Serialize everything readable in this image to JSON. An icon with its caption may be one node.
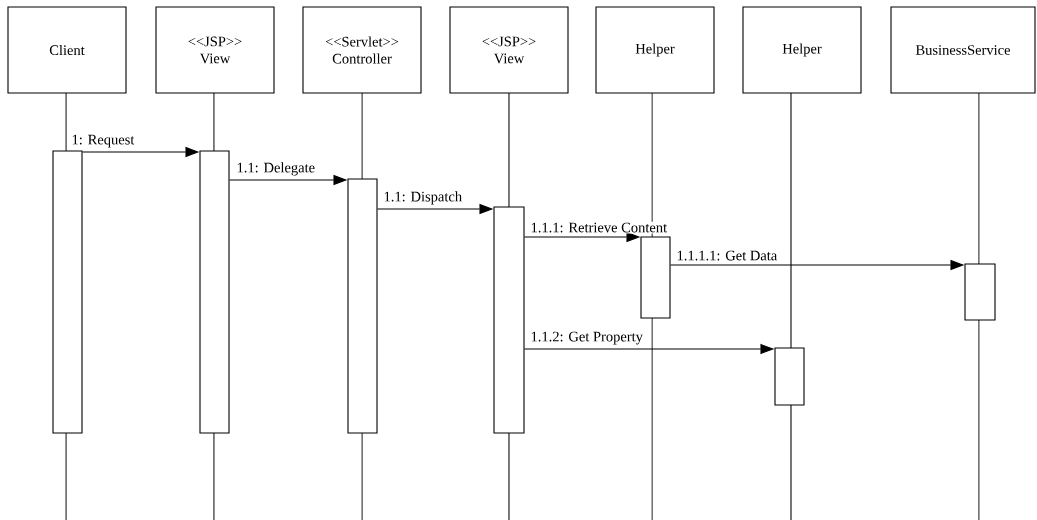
{
  "diagram": {
    "nodes": [
      {
        "text": [
          "Client"
        ]
      },
      {
        "text": [
          "<<JSP>> View"
        ]
      },
      {
        "text": [
          "<<Servlet>> Controller"
        ]
      },
      {
        "text": [
          "<<JSP>> View"
        ]
      },
      {
        "text": [
          "Helper"
        ]
      },
      {
        "text": [
          "Helper"
        ]
      },
      {
        "text": [
          "BusinessService"
        ]
      },
      {
        "text": [],
        "shape": "bar"
      },
      {
        "text": [],
        "shape": "bar"
      },
      {
        "text": [],
        "shape": "bar"
      },
      {
        "text": [],
        "shape": "bar"
      },
      {
        "text": [],
        "shape": "bar"
      },
      {
        "text": [],
        "shape": "bar"
      },
      {
        "text": [],
        "shape": "bar"
      }
    ],
    "edges": [
      {
        "from": 7,
        "to": 8,
        "arrow": "to",
        "label": "1: Request"
      },
      {
        "from": 8,
        "to": 9,
        "arrow": "to",
        "label": "1.1: Delegate"
      },
      {
        "from": 9,
        "to": 10,
        "arrow": "to",
        "label": "1.1: Dispatch"
      },
      {
        "from": 10,
        "to": 11,
        "arrow": "to",
        "label": "1.1.1: Retrieve Content"
      },
      {
        "from": 11,
        "to": 13,
        "arrow": "to",
        "label": "1.1.1.1: Get Data"
      },
      {
        "from": 10,
        "to": 12,
        "arrow": "to",
        "label": "1.1.2: Get Property"
      }
    ]
  }
}
